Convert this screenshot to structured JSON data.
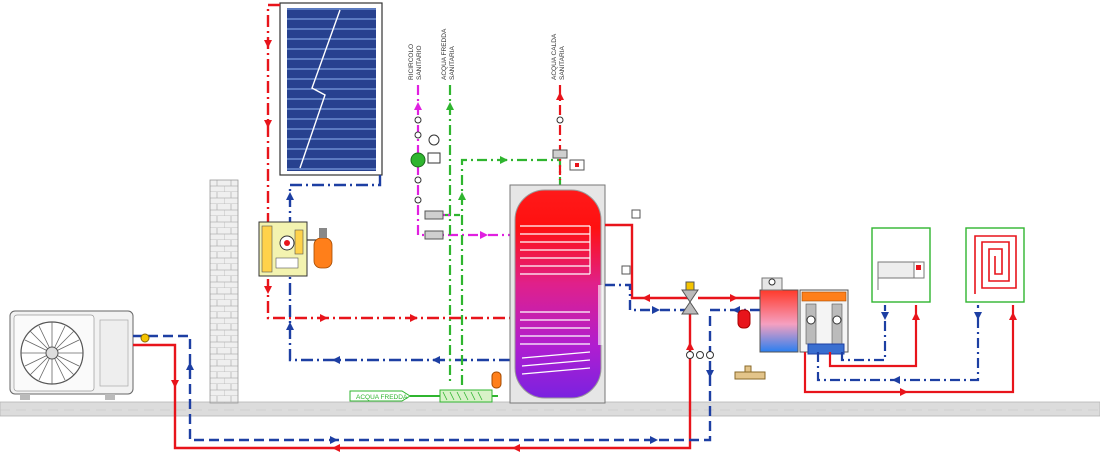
{
  "labels": {
    "ricircolo_line1": "RICIRCOLO",
    "ricircolo_line2": "SANITARIO",
    "fredda_line1": "ACQUA FREDDA",
    "fredda_line2": "SANITARIA",
    "calda_line1": "ACQUA CALDA",
    "calda_line2": "SANITARIA",
    "cold_inlet": "ACQUA FREDDA"
  },
  "colors": {
    "hot_pipe": "#e8141b",
    "return_pipe": "#1d3fa3",
    "cold_water_pipe": "#2fb52f",
    "recirculation_pipe": "#e020e0",
    "tank_top": "#e8141b",
    "tank_bottom": "#8a1fd8",
    "solar_panel": "#1f3fa0",
    "ground": "#d9d9d9",
    "wall": "#ededed",
    "heat_pump": "#f2f2f2",
    "expansion_vessel": "#ff7f1a",
    "module_frame": "#2fb52f"
  },
  "icons": {
    "heat_pump": "heat-pump-unit-icon",
    "solar": "solar-collector-icon",
    "tank": "storage-tank-icon",
    "radiator": "radiator-icon",
    "floor_heating": "floor-heating-coil-icon"
  }
}
